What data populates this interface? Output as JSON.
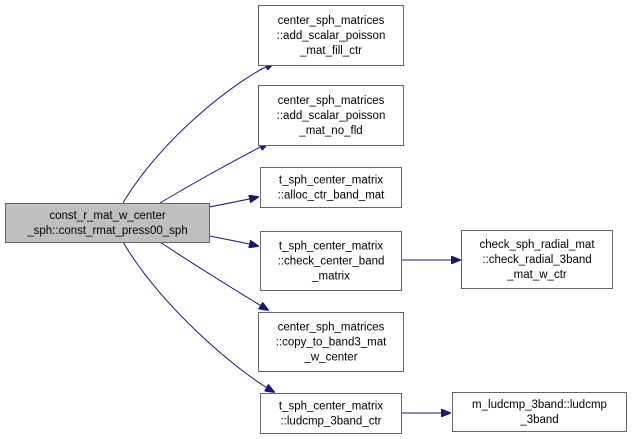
{
  "colors": {
    "edge": "#191970",
    "node_border": "#666666",
    "node_fill": "#ffffff",
    "root_fill": "#bfbfbf",
    "text": "#000000",
    "background": "#ffffff"
  },
  "nodes": {
    "root": {
      "lines": [
        "const_r_mat_w_center",
        "_sph::const_rmat_press00_sph"
      ],
      "highlighted": true
    },
    "add_fill_ctr": {
      "lines": [
        "center_sph_matrices",
        "::add_scalar_poisson",
        "_mat_fill_ctr"
      ]
    },
    "add_no_fld": {
      "lines": [
        "center_sph_matrices",
        "::add_scalar_poisson",
        "_mat_no_fld"
      ]
    },
    "alloc": {
      "lines": [
        "t_sph_center_matrix",
        "::alloc_ctr_band_mat"
      ]
    },
    "check_center": {
      "lines": [
        "t_sph_center_matrix",
        "::check_center_band",
        "_matrix"
      ]
    },
    "check_radial": {
      "lines": [
        "check_sph_radial_mat",
        "::check_radial_3band",
        "_mat_w_ctr"
      ]
    },
    "copy_band3": {
      "lines": [
        "center_sph_matrices",
        "::copy_to_band3_mat",
        "_w_center"
      ]
    },
    "ludcmp_ctr": {
      "lines": [
        "t_sph_center_matrix",
        "::ludcmp_3band_ctr"
      ]
    },
    "ludcmp_3band": {
      "lines": [
        "m_ludcmp_3band::ludcmp",
        "_3band"
      ]
    }
  },
  "edges": [
    {
      "from": "root",
      "to": "add_fill_ctr"
    },
    {
      "from": "root",
      "to": "add_no_fld"
    },
    {
      "from": "root",
      "to": "alloc"
    },
    {
      "from": "root",
      "to": "check_center"
    },
    {
      "from": "root",
      "to": "copy_band3"
    },
    {
      "from": "root",
      "to": "ludcmp_ctr"
    },
    {
      "from": "check_center",
      "to": "check_radial"
    },
    {
      "from": "ludcmp_ctr",
      "to": "ludcmp_3band"
    }
  ]
}
